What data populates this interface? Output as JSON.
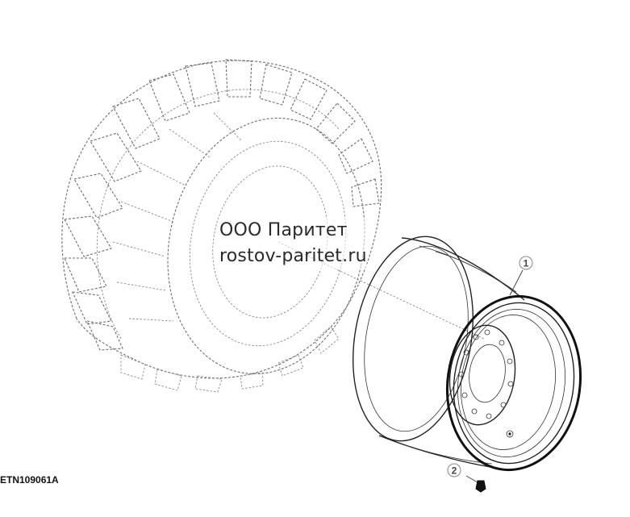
{
  "watermark": {
    "line1": "ООО Паритет",
    "line2": "rostov-paritet.ru"
  },
  "figure_id": "ETN109061A",
  "callouts": [
    {
      "number": "1",
      "part": "wheel-rim"
    },
    {
      "number": "2",
      "part": "wheel-bolt"
    }
  ]
}
